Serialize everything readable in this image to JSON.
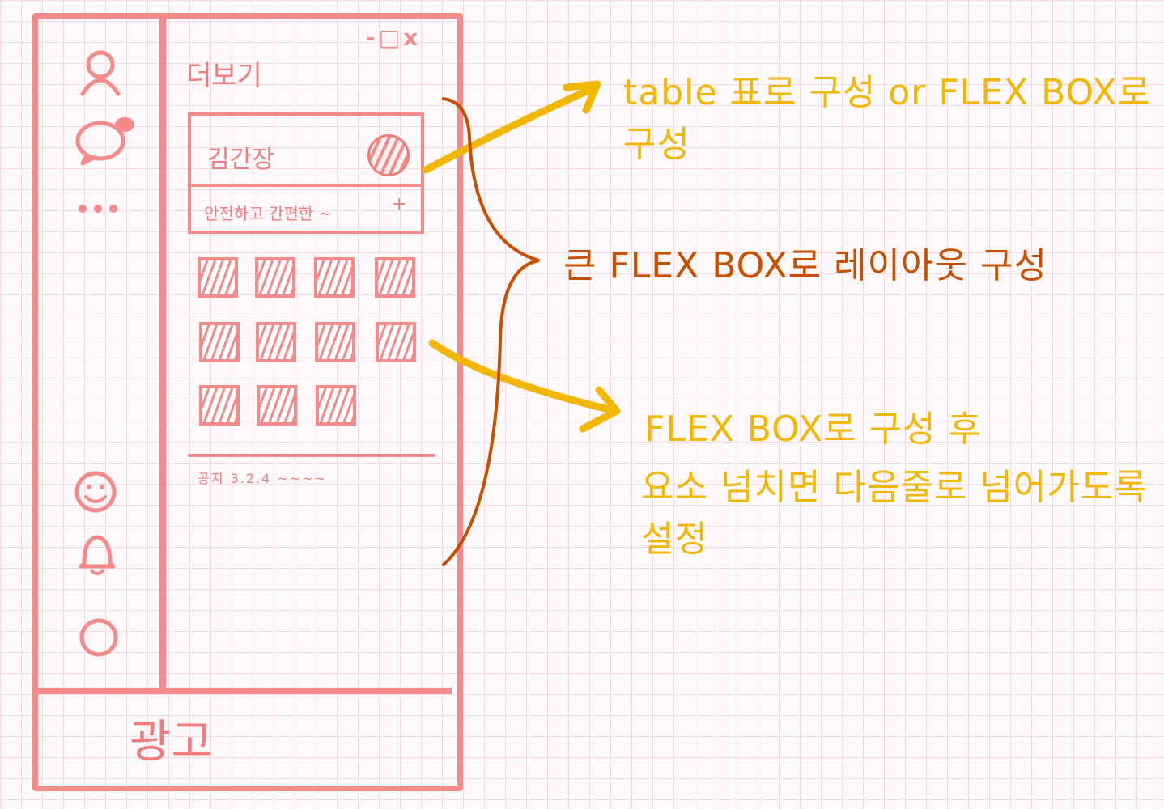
{
  "window": {
    "controls": "-□x",
    "title": "더보기",
    "ad_label": "광고"
  },
  "sidebar": {
    "icons": [
      "user-icon",
      "chat-icon",
      "more-icon",
      "smiley-icon",
      "bell-icon",
      "circle-icon"
    ]
  },
  "profile": {
    "name": "김간장",
    "status_message": "안전하고 간편한 ~",
    "add_label": "+"
  },
  "grid": {
    "tile_count": 11
  },
  "notice": {
    "text": "공지 3.2.4 ~~~~"
  },
  "annotations": {
    "table_note": "table 표로 구성 or FLEX BOX로 구성",
    "layout_note": "큰 FLEX BOX로 레이아웃 구성",
    "wrap_note_line1": "FLEX BOX로 구성 후",
    "wrap_note_line2": "요소 넘치면 다음줄로 넘어가도록 설정"
  },
  "colors": {
    "wireframe": "#f58a8a",
    "note_yellow": "#f2b705",
    "note_orange": "#c75000"
  }
}
